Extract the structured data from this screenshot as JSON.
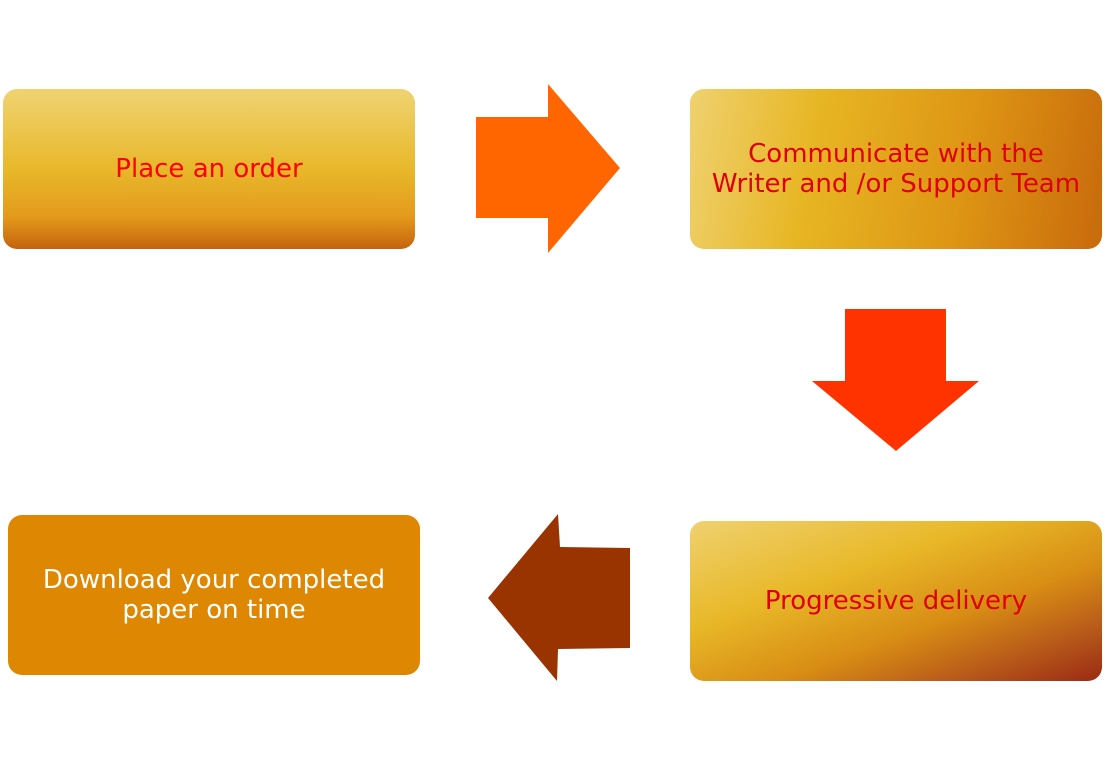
{
  "steps": [
    {
      "label": "Place an order",
      "color": "#ff0000"
    },
    {
      "label": "Communicate with the\nWriter and /or Support Team",
      "color": "#e00000"
    },
    {
      "label": "Progressive delivery",
      "color": "#e00000"
    },
    {
      "label": "Download your completed\npaper on time",
      "color": "#ffffff"
    }
  ],
  "arrows": {
    "right": {
      "icon": "arrow-right-icon",
      "color": "#ff6600"
    },
    "down": {
      "icon": "arrow-down-icon",
      "color": "#ff3300"
    },
    "left": {
      "icon": "arrow-left-icon",
      "color": "#993300"
    }
  }
}
